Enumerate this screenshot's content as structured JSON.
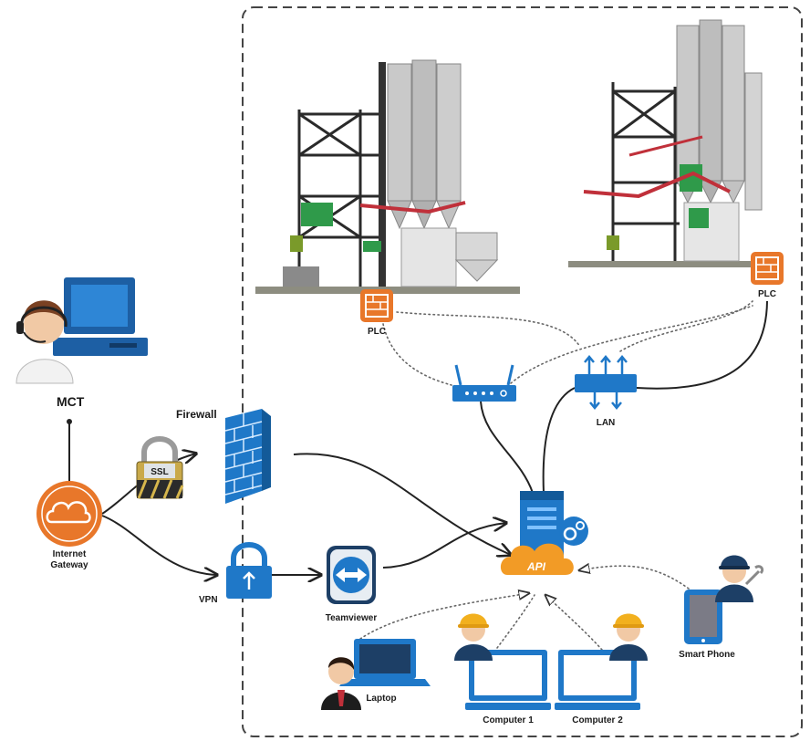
{
  "labels": {
    "mct": "MCT",
    "firewall": "Firewall",
    "internet_gateway_line1": "Internet",
    "internet_gateway_line2": "Gateway",
    "ssl": "SSL",
    "vpn": "VPN",
    "teamviewer": "Teamviewer",
    "api": "API",
    "plc_left": "PLC",
    "plc_right": "PLC",
    "lan": "LAN",
    "laptop": "Laptop",
    "computer_1": "Computer 1",
    "computer_2": "Computer 2",
    "smart_phone": "Smart Phone"
  },
  "colors": {
    "accent_orange": "#e8772a",
    "accent_blue": "#1f78c8",
    "dark_navy": "#1d3f66",
    "boundary": "#444444"
  },
  "icons": [
    "operator-headset-icon",
    "desktop-monitor-icon",
    "cloud-gateway-icon",
    "ssl-padlock-icon",
    "firewall-brick-icon",
    "vpn-padlock-icon",
    "teamviewer-icon",
    "server-icon",
    "api-cloud-icon",
    "wifi-router-icon",
    "lan-switch-icon",
    "plc-icon",
    "laptop-icon",
    "computer-icon",
    "smartphone-icon",
    "worker-icon",
    "technician-icon",
    "silo-plant-icon"
  ]
}
